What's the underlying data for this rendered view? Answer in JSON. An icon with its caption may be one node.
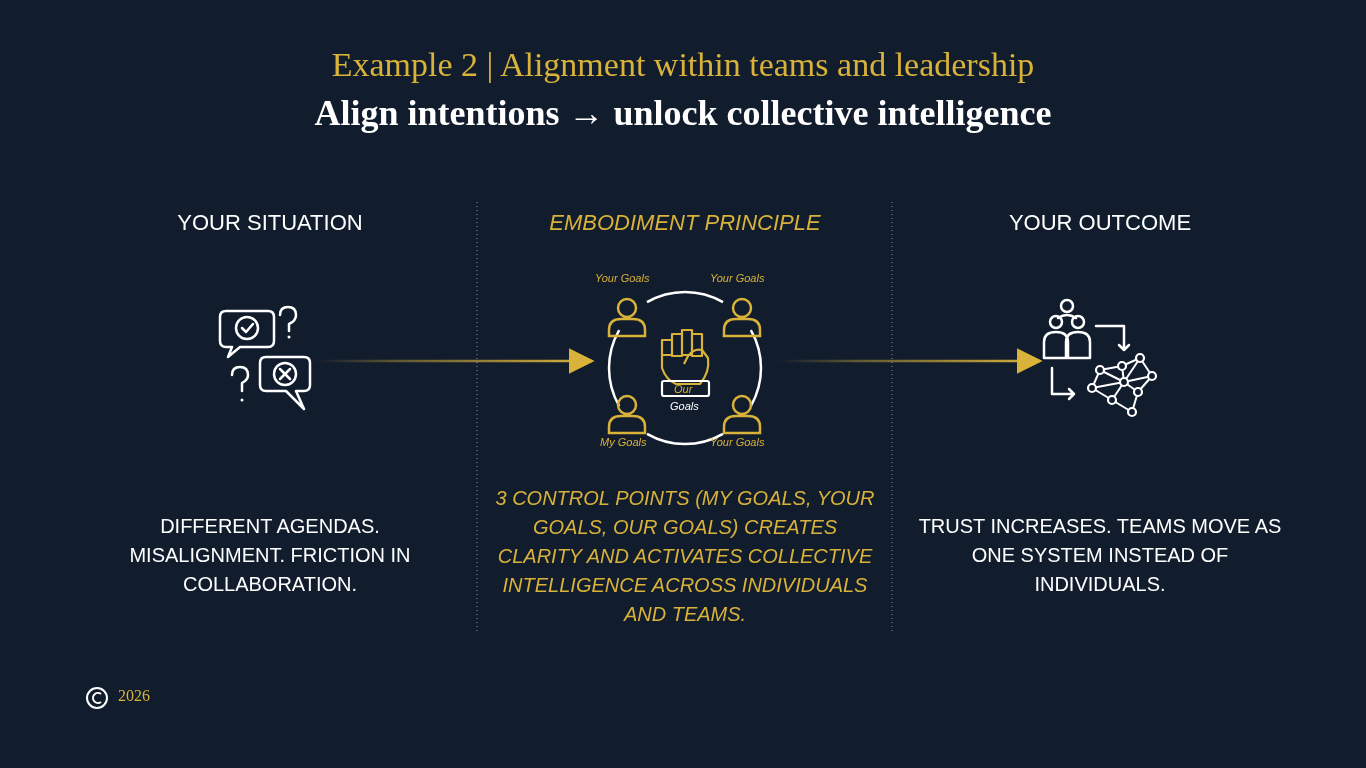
{
  "diagram": {
    "nodes": [
      {
        "text": [],
        "shape": "picture"
      },
      {
        "text": [
          "Your Goals",
          "Your Goals",
          "Our",
          "Goals",
          "My Goals",
          "Your Goals"
        ]
      },
      {
        "text": [],
        "shape": "picture"
      }
    ],
    "edges": [
      {
        "from": 0,
        "to": 1,
        "arrow": "to"
      },
      {
        "from": 1,
        "to": 2,
        "arrow": "to"
      }
    ],
    "labels": [
      "Example 2 | Alignment within teams and leadership",
      "Align intentions → unlock collective intelligence",
      "YOUR SITUATION",
      "EMBODIMENT PRINCIPLE",
      "YOUR OUTCOME",
      "DIFFERENT AGENDAS. MISALIGNMENT. FRICTION IN COLLABORATION.",
      "3 CONTROL POINTS (MY GOALS, YOUR GOALS, OUR GOALS) CREATES CLARITY AND ACTIVATES COLLECTIVE INTELLIGENCE ACROSS INDIVIDUALS AND TEAMS.",
      "TRUST INCREASES. TEAMS MOVE AS ONE SYSTEM INSTEAD OF INDIVIDUALS.",
      "2026"
    ]
  }
}
